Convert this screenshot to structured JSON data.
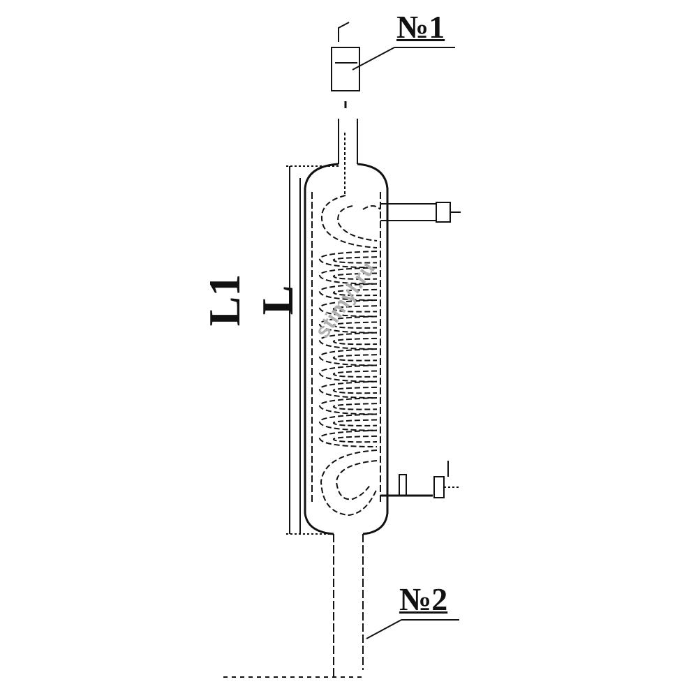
{
  "labels": {
    "part1": "№1",
    "part2": "№2",
    "dim_l1": "L1",
    "dim_l": "L"
  },
  "watermark": "stimyl.ru",
  "coil_turns": 12
}
